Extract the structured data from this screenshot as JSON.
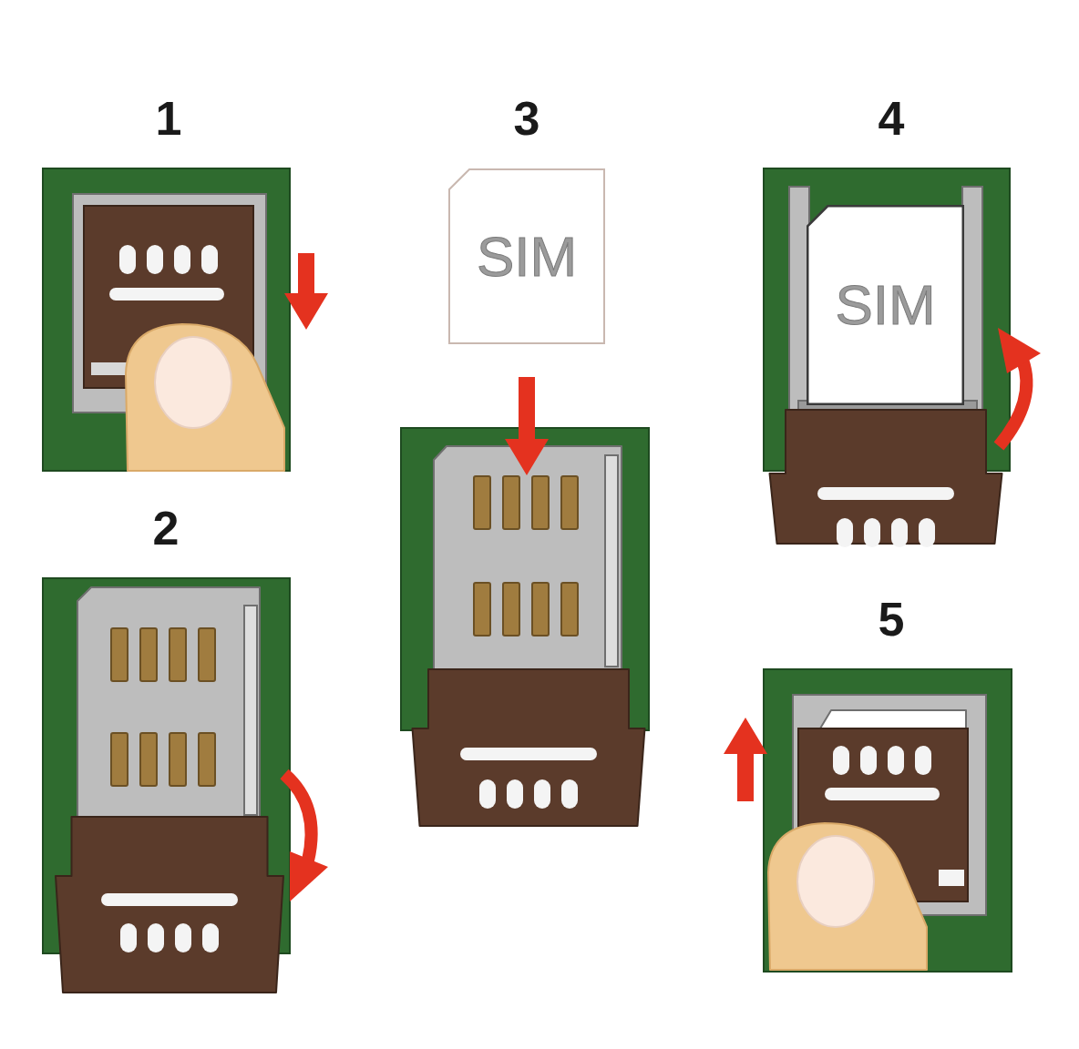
{
  "diagram": {
    "nodes": [
      {
        "text": [
          "SIM"
        ]
      },
      {
        "text": [
          "SIM"
        ]
      }
    ],
    "labels": [
      "1",
      "3",
      "4",
      "2",
      "5"
    ]
  }
}
